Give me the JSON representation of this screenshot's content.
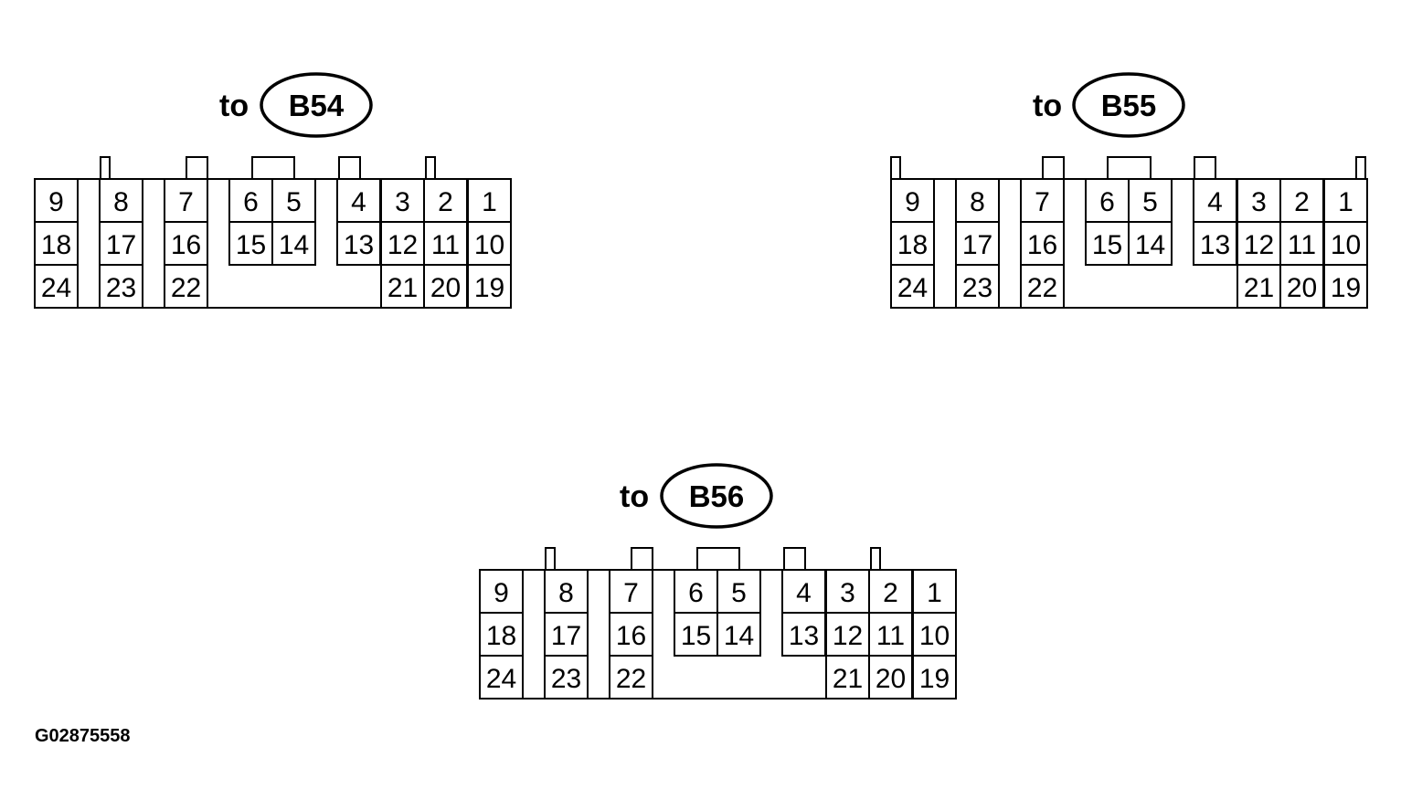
{
  "connectors": [
    {
      "prefix": "to",
      "id": "B54"
    },
    {
      "prefix": "to",
      "id": "B55"
    },
    {
      "prefix": "to",
      "id": "B56"
    }
  ],
  "pin_layout": [
    [
      "9",
      "8",
      "7",
      "6",
      "5",
      "4",
      "3",
      "2",
      "1"
    ],
    [
      "18",
      "17",
      "16",
      "15",
      "14",
      "13",
      "12",
      "11",
      "10"
    ],
    [
      "24",
      "23",
      "22",
      "21",
      "20",
      "19"
    ]
  ],
  "figure_code": "G02875558"
}
